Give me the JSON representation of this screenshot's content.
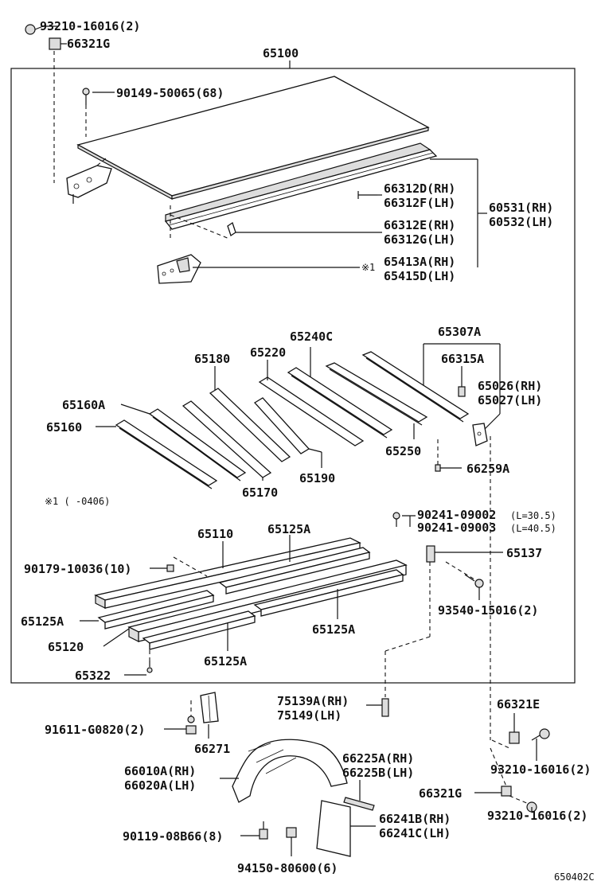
{
  "labels": {
    "l_93210_top": "93210-16016(2)",
    "l_66321G_top": "66321G",
    "l_65100": "65100",
    "l_90149": "90149-50065(68)",
    "l_66312D": "66312D(RH)",
    "l_66312F": "66312F(LH)",
    "l_60531": "60531(RH)",
    "l_60532": "60532(LH)",
    "l_66312E": "66312E(RH)",
    "l_66312G": "66312G(LH)",
    "l_note_mark": "※1",
    "l_65413A": "65413A(RH)",
    "l_65415D": "65415D(LH)",
    "l_65307A": "65307A",
    "l_65240C": "65240C",
    "l_65220": "65220",
    "l_66315A": "66315A",
    "l_65180": "65180",
    "l_65026": "65026(RH)",
    "l_65027": "65027(LH)",
    "l_65160A": "65160A",
    "l_65160": "65160",
    "l_65250": "65250",
    "l_66259A": "66259A",
    "l_65170": "65170",
    "l_65190": "65190",
    "l_note_date": "※1 (    -0406)",
    "l_90241a": "90241-09002",
    "l_90241a_sfx": "(L=30.5)",
    "l_90241b": "90241-09003",
    "l_90241b_sfx": "(L=40.5)",
    "l_65110": "65110",
    "l_65125A_top": "65125A",
    "l_65137": "65137",
    "l_90179": "90179-10036(10)",
    "l_93540": "93540-15016(2)",
    "l_65125A_left": "65125A",
    "l_65125A_mid": "65125A",
    "l_65120": "65120",
    "l_65125A_bot": "65125A",
    "l_65322": "65322",
    "l_75139A": "75139A(RH)",
    "l_75149": "75149(LH)",
    "l_66321E": "66321E",
    "l_91611": "91611-G0820(2)",
    "l_66271": "66271",
    "l_93210_mid": "93210-16016(2)",
    "l_66225A": "66225A(RH)",
    "l_66225B": "66225B(LH)",
    "l_66010A": "66010A(RH)",
    "l_66020A": "66020A(LH)",
    "l_66321G_bot": "66321G",
    "l_66241B": "66241B(RH)",
    "l_66241C": "66241C(LH)",
    "l_93210_bot": "93210-16016(2)",
    "l_90119": "90119-08B66(8)",
    "l_94150": "94150-80600(6)",
    "l_figure_code": "650402C"
  }
}
